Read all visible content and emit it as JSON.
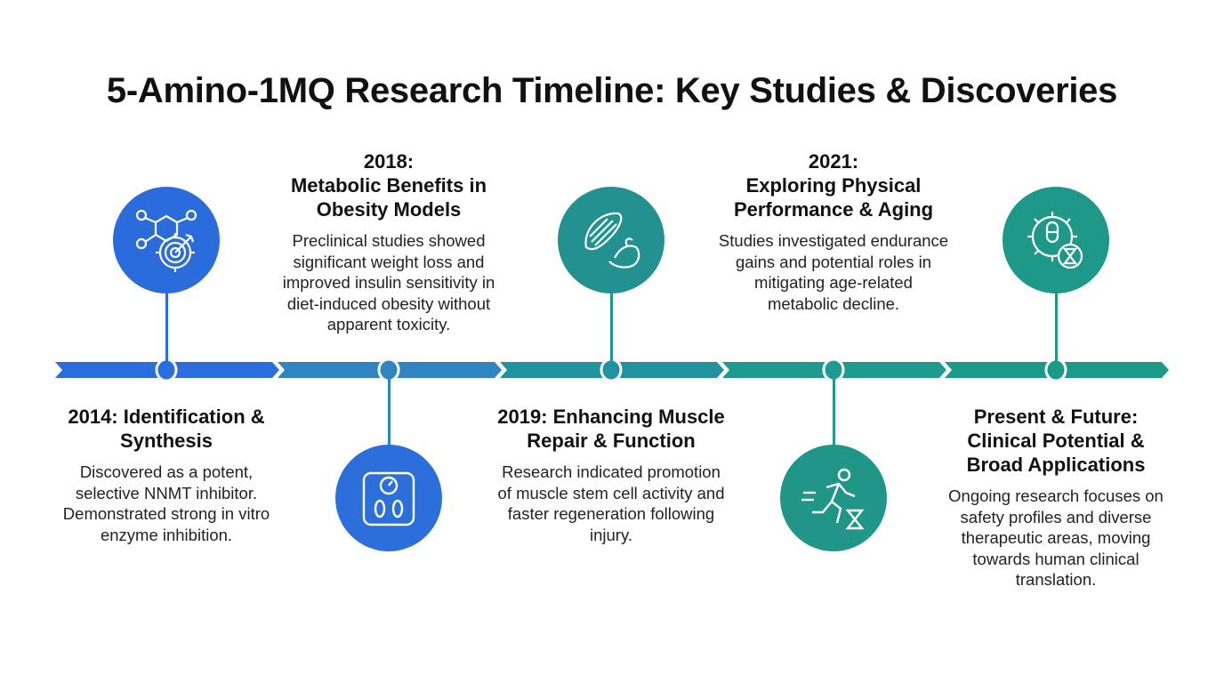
{
  "title": "5-Amino-1MQ Research Timeline: Key Studies & Discoveries",
  "colors": {
    "seg1": "#2a6ddf",
    "seg2": "#2f84c2",
    "seg3": "#23929f",
    "seg4": "#1f9a91",
    "seg5": "#1c9a88"
  },
  "milestones": [
    {
      "heading": "2014: Identification & Synthesis",
      "body": "Discovered as a potent, selective NNMT inhibitor. Demonstrated strong in vitro enzyme inhibition.",
      "icon": "molecule-target-icon"
    },
    {
      "heading": "2018: Metabolic Benefits in Obesity Models",
      "heading_line1": "2018:",
      "heading_line2": "Metabolic Benefits in Obesity Models",
      "body": "Preclinical studies showed significant weight loss and improved insulin sensitivity in diet-induced obesity without apparent toxicity.",
      "icon": "weight-scale-icon"
    },
    {
      "heading": "2019: Enhancing Muscle Repair & Function",
      "body": "Research indicated promotion of muscle stem cell activity and faster regeneration following injury.",
      "icon": "muscle-arm-icon"
    },
    {
      "heading": "2021: Exploring Physical Performance & Aging",
      "heading_line1": "2021:",
      "heading_line2": "Exploring Physical Performance & Aging",
      "body": "Studies investigated endurance gains and potential roles in mitigating age-related metabolic decline.",
      "icon": "runner-hourglass-icon"
    },
    {
      "heading": "Present & Future: Clinical Potential & Broad Applications",
      "body": "Ongoing research focuses on safety profiles and diverse therapeutic areas, moving towards human clinical translation.",
      "icon": "gear-capsule-hourglass-icon"
    }
  ]
}
